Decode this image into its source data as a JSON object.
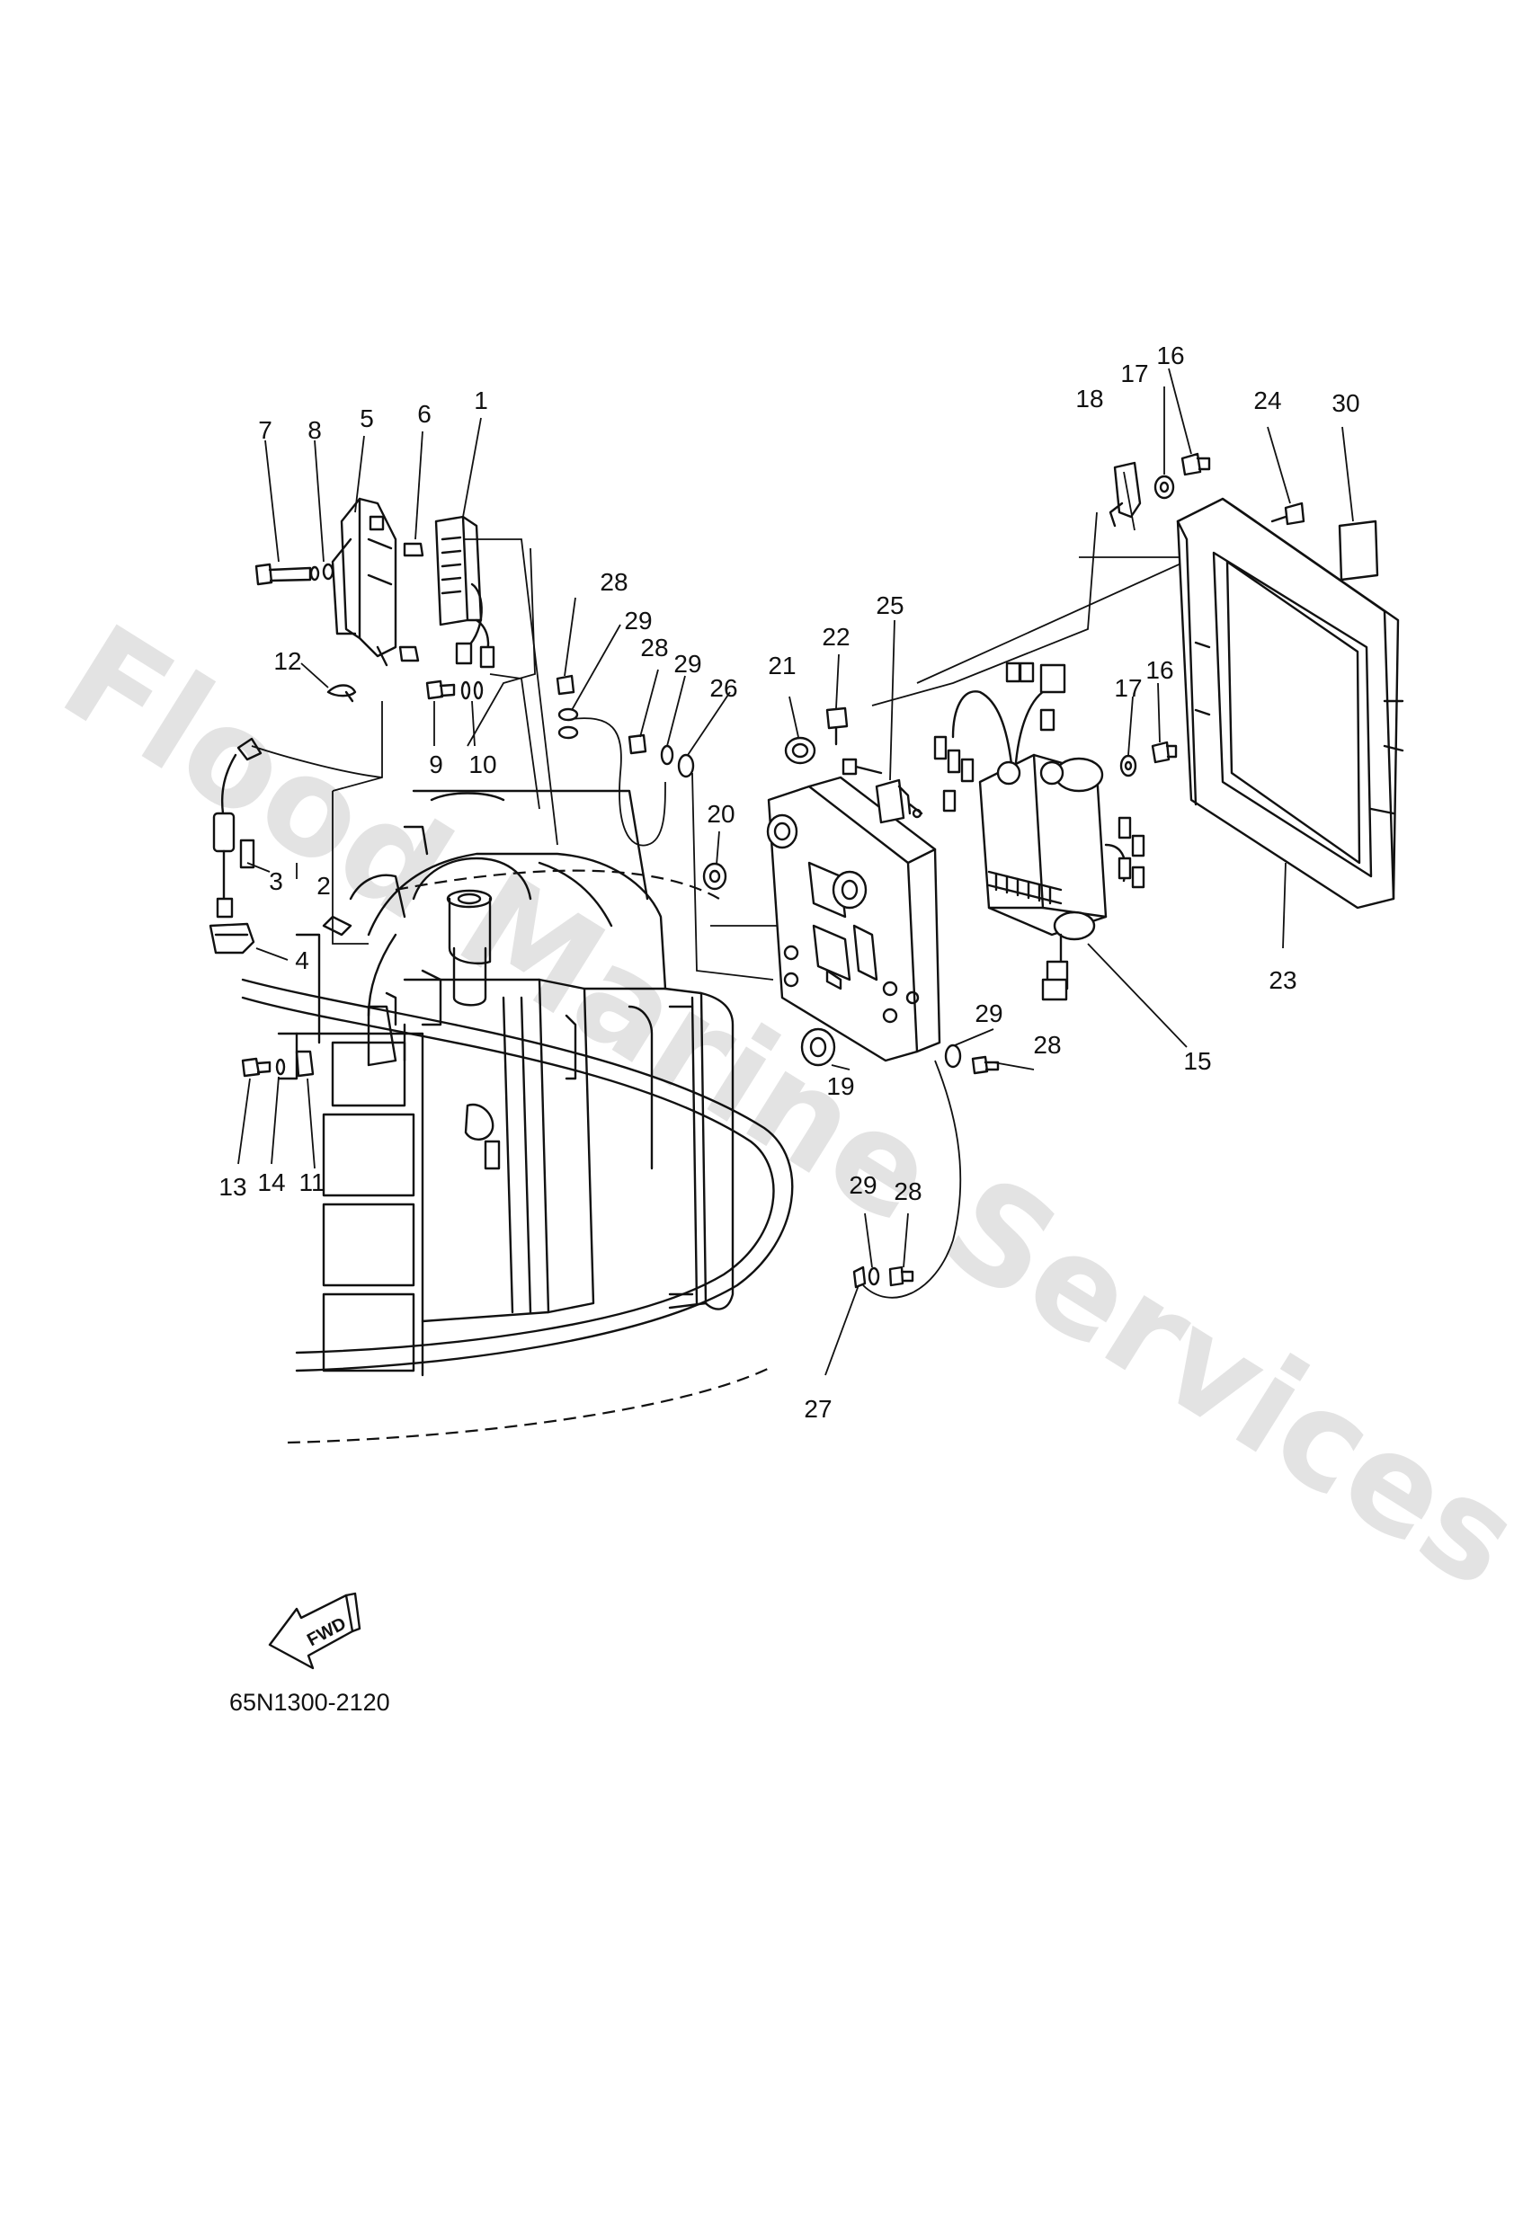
{
  "watermark": "Flood Marine Services",
  "part_number": "65N1300-2120",
  "fwd_label": "FWD",
  "callouts": [
    {
      "id": "c1",
      "label": "1"
    },
    {
      "id": "c2",
      "label": "2"
    },
    {
      "id": "c3",
      "label": "3"
    },
    {
      "id": "c4",
      "label": "4"
    },
    {
      "id": "c5",
      "label": "5"
    },
    {
      "id": "c6",
      "label": "6"
    },
    {
      "id": "c7",
      "label": "7"
    },
    {
      "id": "c8",
      "label": "8"
    },
    {
      "id": "c9",
      "label": "9"
    },
    {
      "id": "c10",
      "label": "10"
    },
    {
      "id": "c11",
      "label": "11"
    },
    {
      "id": "c12",
      "label": "12"
    },
    {
      "id": "c13",
      "label": "13"
    },
    {
      "id": "c14",
      "label": "14"
    },
    {
      "id": "c15",
      "label": "15"
    },
    {
      "id": "c16a",
      "label": "16"
    },
    {
      "id": "c16b",
      "label": "16"
    },
    {
      "id": "c17a",
      "label": "17"
    },
    {
      "id": "c17b",
      "label": "17"
    },
    {
      "id": "c18",
      "label": "18"
    },
    {
      "id": "c19",
      "label": "19"
    },
    {
      "id": "c20",
      "label": "20"
    },
    {
      "id": "c21",
      "label": "21"
    },
    {
      "id": "c22",
      "label": "22"
    },
    {
      "id": "c23",
      "label": "23"
    },
    {
      "id": "c24",
      "label": "24"
    },
    {
      "id": "c25",
      "label": "25"
    },
    {
      "id": "c26",
      "label": "26"
    },
    {
      "id": "c27",
      "label": "27"
    },
    {
      "id": "c28a",
      "label": "28"
    },
    {
      "id": "c28b",
      "label": "28"
    },
    {
      "id": "c28c",
      "label": "28"
    },
    {
      "id": "c28d",
      "label": "28"
    },
    {
      "id": "c29a",
      "label": "29"
    },
    {
      "id": "c29b",
      "label": "29"
    },
    {
      "id": "c29c",
      "label": "29"
    },
    {
      "id": "c29d",
      "label": "29"
    },
    {
      "id": "c30",
      "label": "30"
    }
  ]
}
